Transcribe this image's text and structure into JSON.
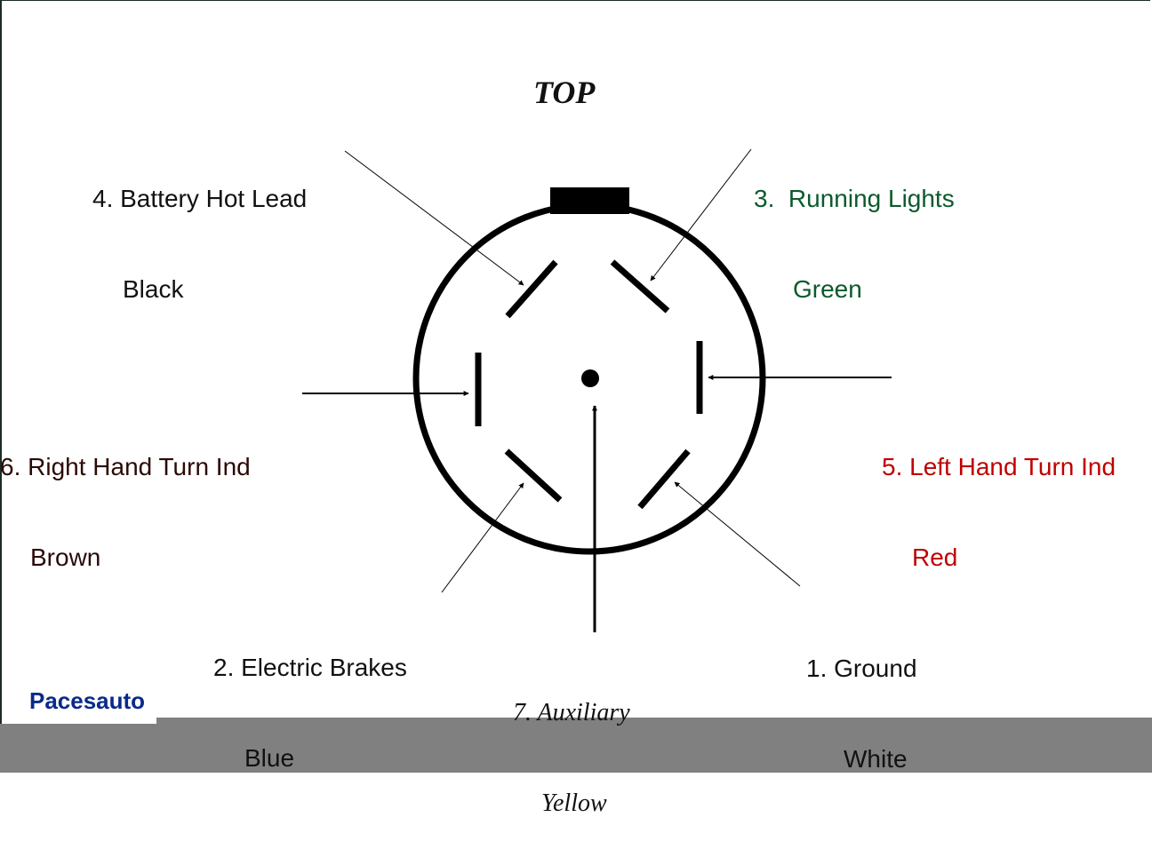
{
  "title": "TOP",
  "labels": {
    "pin4": {
      "line1": "4. Battery Hot Lead",
      "line2": "Black"
    },
    "pin3": {
      "line1": "3.  Running Lights",
      "line2": "Green"
    },
    "pin6": {
      "line1": "6. Right Hand Turn Ind",
      "line2": "Brown"
    },
    "pin5": {
      "line1": "5. Left Hand Turn Ind",
      "line2": "Red"
    },
    "pin2": {
      "line1": "2. Electric Brakes",
      "line2": "Blue"
    },
    "pin1": {
      "line1": "1. Ground",
      "line2": "White"
    },
    "pin7": {
      "line1": "7. Auxiliary",
      "line2": "Yellow"
    }
  },
  "watermark": "Pacesauto",
  "colors": {
    "black": "#111111",
    "green": "#0b5a2c",
    "brown": "#2a0a05",
    "red": "#c00000",
    "watermark": "#0a2a8a",
    "overlay": "#808080"
  }
}
